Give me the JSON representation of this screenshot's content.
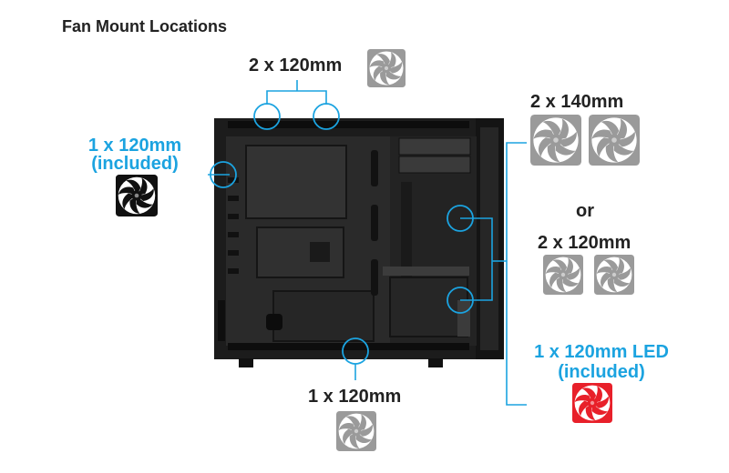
{
  "title": "Fan Mount Locations",
  "labels": {
    "top": "2 x 120mm",
    "rear_line1": "1 x 120mm",
    "rear_line2": "(included)",
    "front_140": "2 x 140mm",
    "or": "or",
    "front_120": "2 x 120mm",
    "front_led_line1": "1 x 120mm LED",
    "front_led_line2": "(included)",
    "bottom": "1 x 120mm"
  },
  "colors": {
    "accent": "#1ba3e0",
    "fan_gray": "#9a9a9a",
    "fan_black": "#111111",
    "fan_red": "#e8202a",
    "case": "#1c1c1c"
  },
  "icons": {
    "fan": "fan-icon",
    "mount_marker": "circle-marker"
  }
}
